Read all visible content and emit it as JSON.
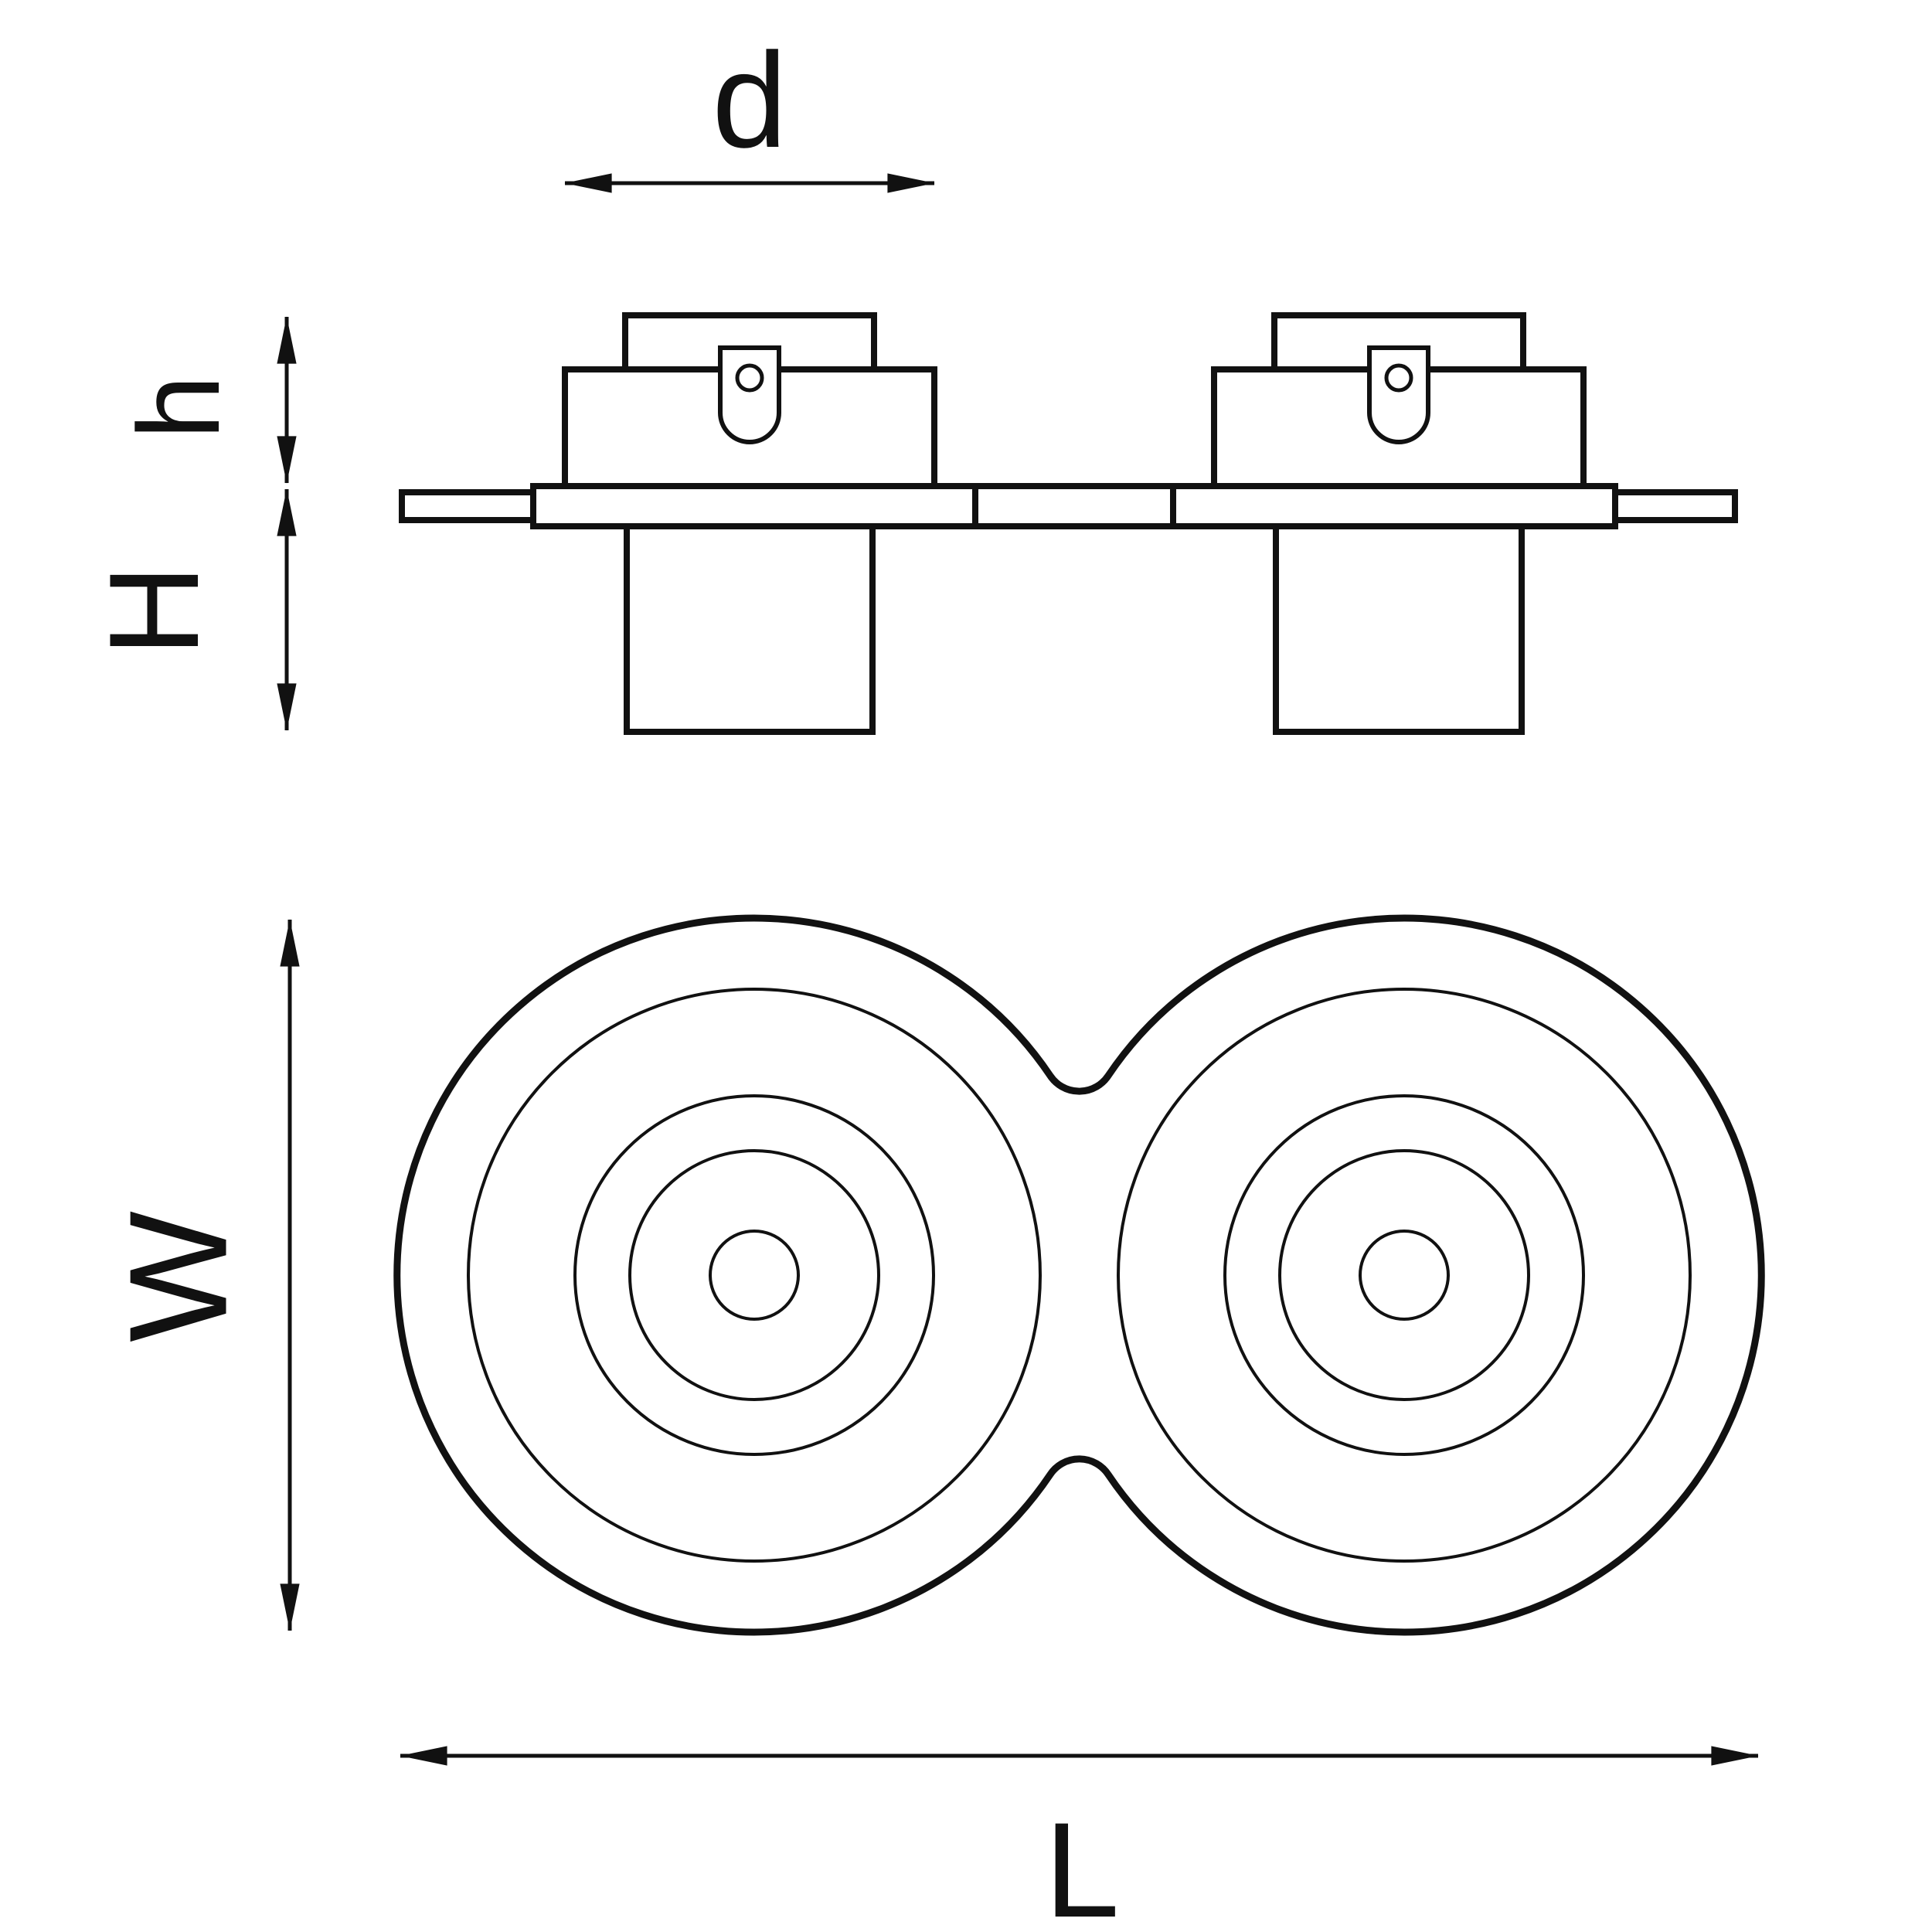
{
  "colors": {
    "line": "#111111",
    "background": "#ffffff"
  },
  "dimensions": {
    "diameter": "d",
    "housing_height": "h",
    "recess_depth": "H",
    "width": "W",
    "length": "L"
  }
}
